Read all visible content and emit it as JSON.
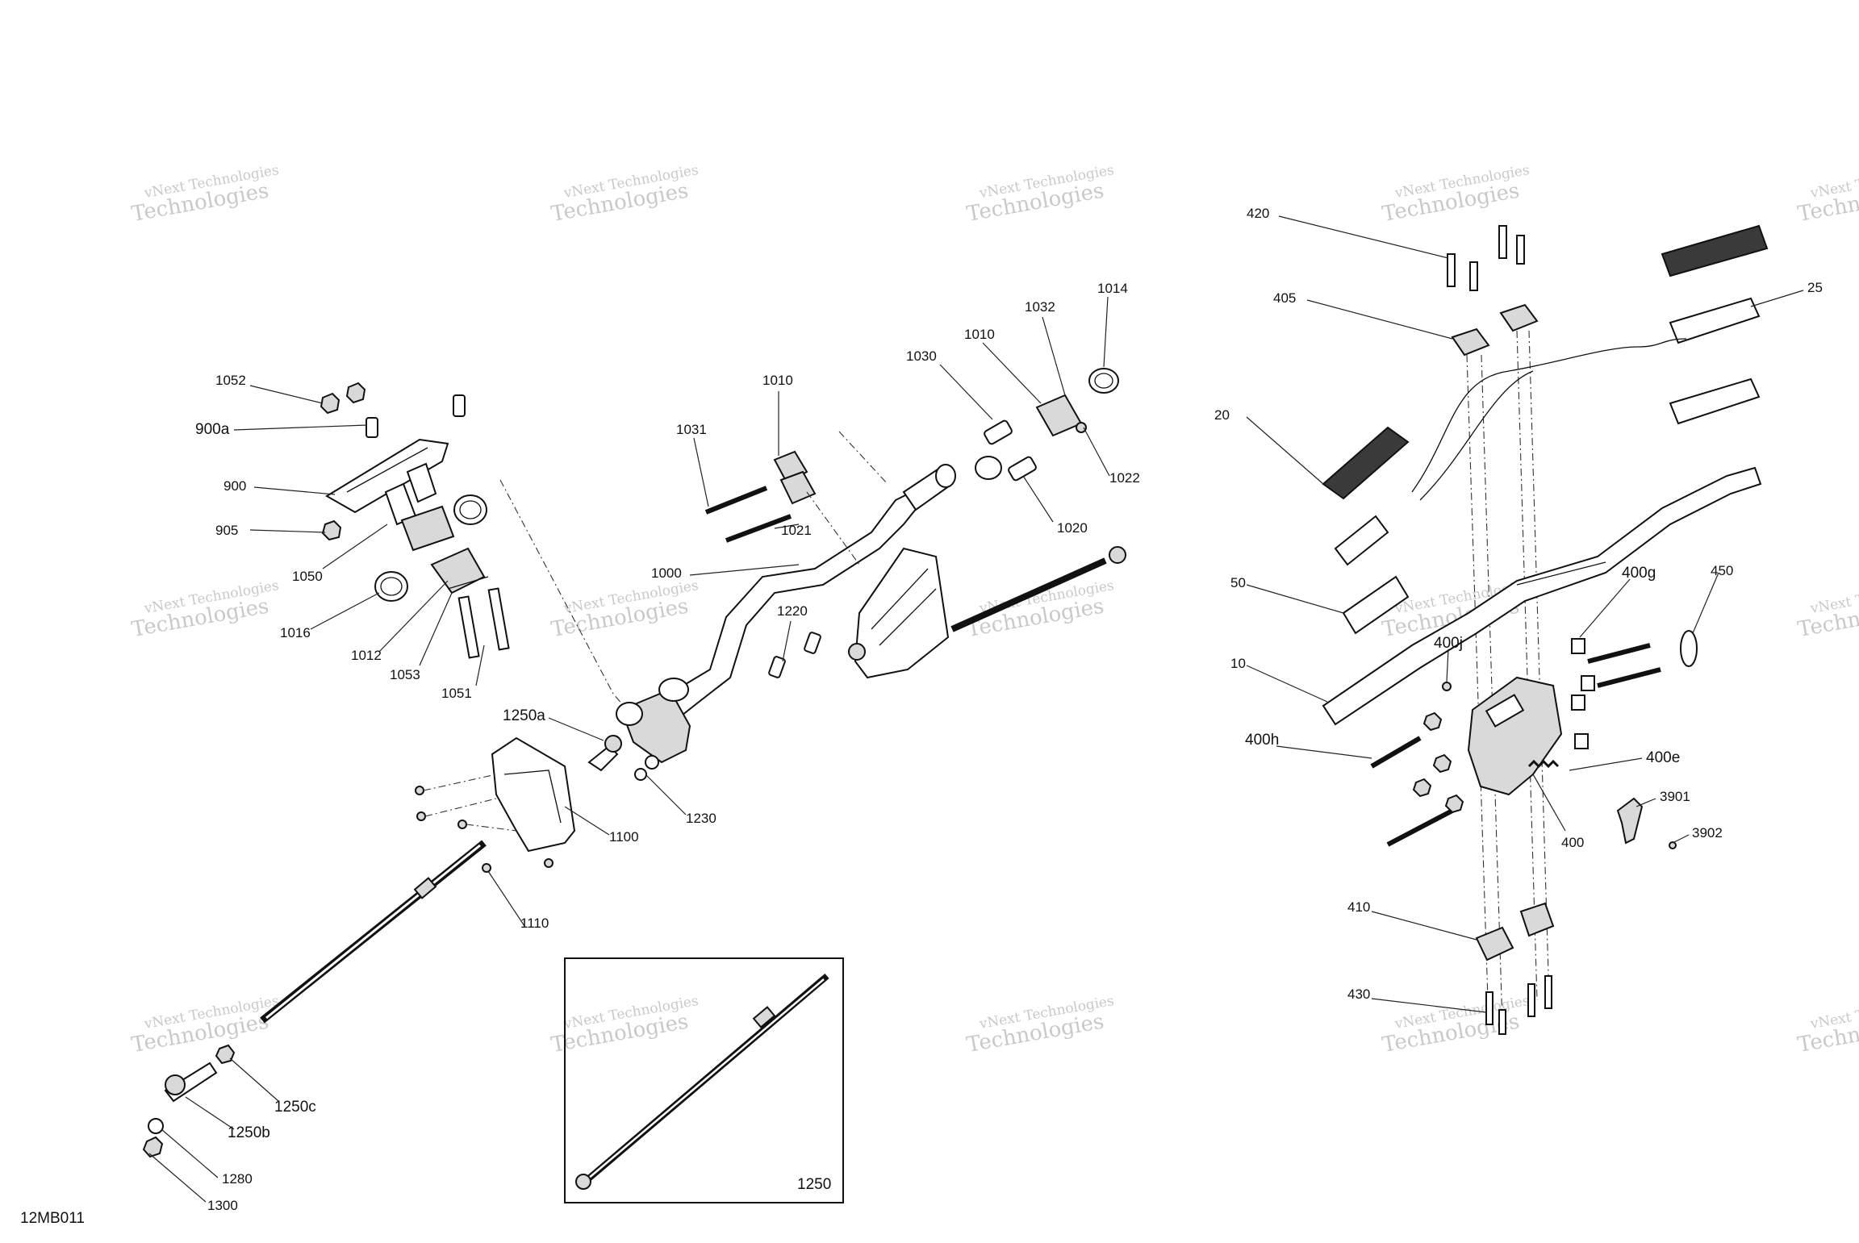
{
  "diagram_code": "12MB011",
  "watermark": {
    "line1": "vNext Technologies",
    "line2": "Technologies"
  },
  "inset_label": "1250",
  "labels": [
    "420",
    "405",
    "25",
    "20",
    "50",
    "10",
    "400g",
    "450",
    "400j",
    "400h",
    "400e",
    "3901",
    "3902",
    "400",
    "410",
    "430",
    "1052",
    "900a",
    "900",
    "905",
    "1050",
    "1016",
    "1012",
    "1053",
    "1051",
    "1031",
    "1010",
    "1021",
    "1000",
    "1030",
    "1010",
    "1032",
    "1014",
    "1022",
    "1020",
    "1220",
    "1250a",
    "1100",
    "1230",
    "1110",
    "1250c",
    "1250b",
    "1280",
    "1300"
  ]
}
